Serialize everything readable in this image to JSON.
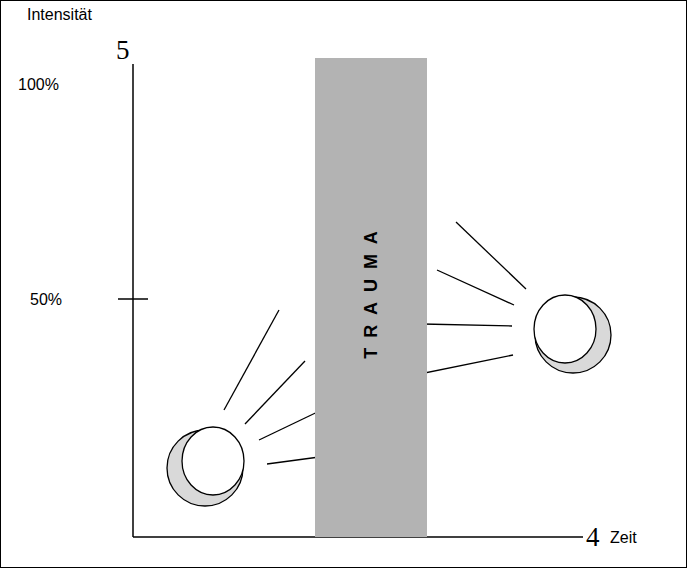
{
  "diagram": {
    "nodes": [
      {
        "text": [
          "TRAUMA"
        ]
      }
    ],
    "labels": [
      "Intensität",
      "5",
      "100%",
      "50%",
      "4",
      "Zeit"
    ]
  }
}
